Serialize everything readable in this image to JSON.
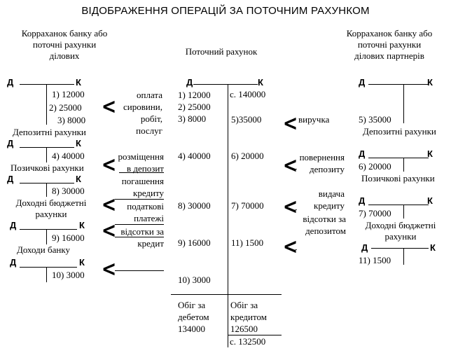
{
  "title": "ВІДОБРАЖЕННЯ ОПЕРАЦІЙ ЗА ПОТОЧНИМ РАХУНКОМ",
  "left_header": [
    "Корраханок банку або",
    "поточні рахунки",
    "ділових"
  ],
  "center_header": "Поточний рахунок",
  "right_header": [
    "Корраханок банку або",
    "поточні рахунки",
    "ділових партнерів"
  ],
  "debit": "Д",
  "credit": "К",
  "left": {
    "e1": "1) 12000",
    "e2": "2) 25000",
    "e3": "3) 8000",
    "deposit": "Депозитні рахунки",
    "e4": "4) 40000",
    "loan": "Позичкові рахунки",
    "e8": "8) 30000",
    "budget": [
      "Доходні бюджетні",
      "рахунки"
    ],
    "e9": "9) 16000",
    "income": "Доходи банку",
    "e10": "10) 3000"
  },
  "notes": {
    "n1": [
      "оплата",
      "сировини,",
      "робіт,",
      "послуг"
    ],
    "n2": [
      "розміщення",
      "в депозит"
    ],
    "n3": [
      "погашення",
      "кредиту"
    ],
    "n4": [
      "податкові",
      "платежі"
    ],
    "n5": [
      "відсотки за",
      "кредит"
    ],
    "n6": "виручка",
    "n7": [
      "повернення",
      "депозиту"
    ],
    "n8": [
      "видача",
      "кредиту"
    ],
    "n9": [
      "відсотки за",
      "депозитом"
    ]
  },
  "center": {
    "d1": "1) 12000",
    "d2": "2) 25000",
    "d3": "3) 8000",
    "d4": "4) 40000",
    "d8": "8) 30000",
    "d9": "9) 16000",
    "d10": "10) 3000",
    "opening": "с. 140000",
    "c5": "5)35000",
    "c6": "6) 20000",
    "c7": "7) 70000",
    "c11": "11) 1500",
    "turnover_debit": [
      "Обіг за",
      "дебетом",
      "134000"
    ],
    "turnover_credit": [
      "Обіг за",
      "кредитом",
      "126500"
    ],
    "closing": "с. 132500"
  },
  "right": {
    "e5": "5) 35000",
    "deposit": "Депозитні рахунки",
    "e6": "6) 20000",
    "loan": "Позичкові рахунки",
    "e7": "7) 70000",
    "budget": [
      "Доходні бюджетні",
      "рахунки"
    ],
    "e11": "11) 1500"
  },
  "arrow_glyph": "<"
}
